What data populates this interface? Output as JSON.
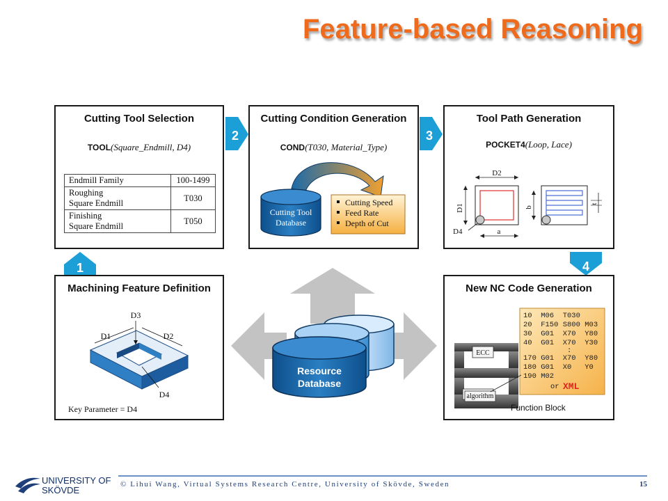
{
  "title": "Feature-based Reasoning",
  "panels": {
    "cutting_tool": {
      "title": "Cutting Tool Selection",
      "func": "TOOL",
      "args": "(Square_Endmill, D4)",
      "table": [
        {
          "label": "Endmill Family",
          "value": "100-1499"
        },
        {
          "label": "Roughing\nSquare Endmill",
          "value": "T030"
        },
        {
          "label": "Finishing\nSquare Endmill",
          "value": "T050"
        }
      ]
    },
    "cutting_condition": {
      "title": "Cutting Condition Generation",
      "func": "COND",
      "args": "(T030, Material_Type)",
      "db_line1": "Cutting Tool",
      "db_line2": "Database",
      "list": [
        "Cutting Speed",
        "Feed Rate",
        "Depth of Cut"
      ]
    },
    "tool_path": {
      "title": "Tool Path Generation",
      "func": "POCKET4",
      "args": "(Loop, Lace)",
      "labels": {
        "d2": "D2",
        "d1": "D1",
        "d4": "D4",
        "a": "a",
        "b": "b",
        "t": "t"
      }
    },
    "machining_feature": {
      "title": "Machining Feature Definition",
      "labels": {
        "d3": "D3",
        "d1": "D1",
        "d2": "D2",
        "d4": "D4"
      },
      "key_param": "Key Parameter = D4"
    },
    "nc_code": {
      "title": "New NC Code Generation",
      "code_lines": [
        "10  M06  T030",
        "20  F150 S800 M03",
        "30  G01  X70  Y80",
        "40  G01  X70  Y30",
        "          :",
        "170 G01  X70  Y80",
        "180 G01  X0   Y0",
        "190 M02"
      ],
      "or_text": "or",
      "xml_text": "XML",
      "ecc": "ECC",
      "algorithm": "algorithm",
      "function_block": "Function Block"
    }
  },
  "steps": [
    "1",
    "2",
    "3",
    "4"
  ],
  "center_db": {
    "line1": "Resource",
    "line2": "Database"
  },
  "footer": {
    "university_line1": "UNIVERSITY OF",
    "university_line2": "SKÖVDE",
    "credit": "© Lihui Wang, Virtual Systems Research Centre, University of Skövde, Sweden",
    "page": "15"
  },
  "colors": {
    "title": "#ee6a1c",
    "step_badge": "#1c9fd6",
    "db_blue": "#1d6aa8",
    "footer_blue": "#1f3f7a"
  }
}
